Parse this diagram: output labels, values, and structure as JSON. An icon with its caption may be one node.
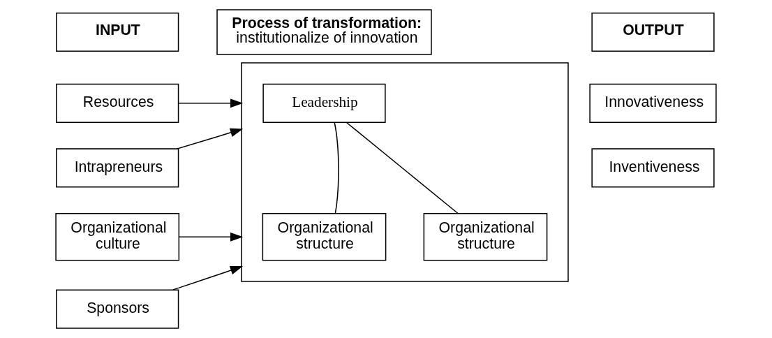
{
  "diagram": {
    "nodes": [
      {
        "text": [
          "INPUT"
        ]
      },
      {
        "text": [
          "Process of transformation:",
          "institutionalize of innovation"
        ]
      },
      {
        "text": [
          "OUTPUT"
        ]
      },
      {
        "text": [
          "Resources"
        ]
      },
      {
        "text": [
          "Intrapreneurs"
        ]
      },
      {
        "text": [
          "Organizational culture"
        ]
      },
      {
        "text": [
          "Sponsors"
        ]
      },
      {
        "text": [],
        "shape": "box"
      },
      {
        "text": [
          "Leadership"
        ],
        "in": 7
      },
      {
        "text": [
          "Organizational structure"
        ],
        "in": 7
      },
      {
        "text": [
          "Organizational structure"
        ],
        "in": 7
      },
      {
        "text": [
          "Innovativeness"
        ]
      },
      {
        "text": [
          "Inventiveness"
        ]
      }
    ],
    "edges": [
      {
        "from": 3,
        "to": 7,
        "arrow": "to"
      },
      {
        "from": 4,
        "to": 7,
        "arrow": "to"
      },
      {
        "from": 5,
        "to": 7,
        "arrow": "to"
      },
      {
        "from": 6,
        "to": 7,
        "arrow": "to"
      },
      {
        "from": 8,
        "to": 9,
        "arrow": "none"
      },
      {
        "from": 8,
        "to": 10,
        "arrow": "none"
      }
    ]
  }
}
